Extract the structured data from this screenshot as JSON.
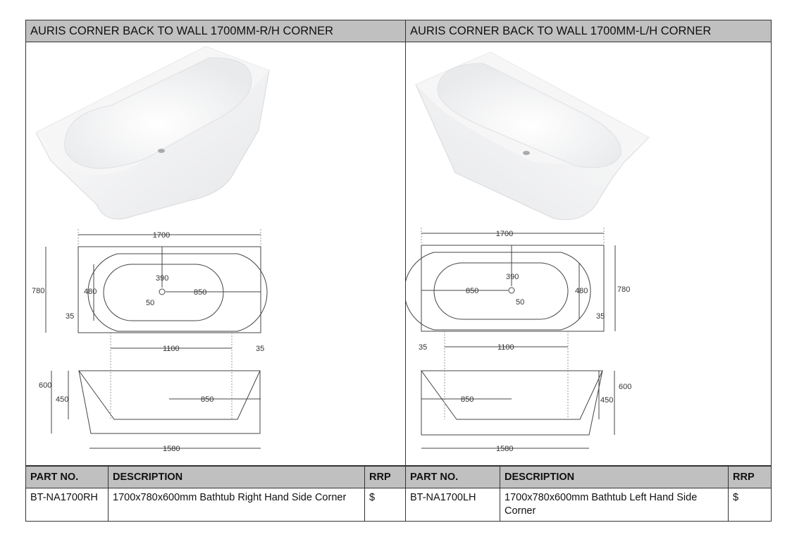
{
  "left": {
    "title": "AURIS CORNER BACK TO WALL 1700MM-R/H CORNER",
    "orientation": "right-hand",
    "plan_dims": {
      "length": "1700",
      "width": "780",
      "inner_width": "480",
      "drain_offset": "390",
      "drain_to_end": "850",
      "drain_dia": "50",
      "rim_left": "35",
      "rim_right": "35",
      "inner_length": "1100"
    },
    "elevation_dims": {
      "height": "600",
      "inner_depth": "450",
      "drain_to_end": "850",
      "base_length": "1580"
    }
  },
  "right": {
    "title": "AURIS CORNER BACK TO WALL 1700MM-L/H CORNER",
    "orientation": "left-hand",
    "plan_dims": {
      "length": "1700",
      "width": "780",
      "inner_width": "480",
      "drain_offset": "390",
      "drain_to_end": "850",
      "drain_dia": "50",
      "rim_left": "35",
      "rim_right": "35",
      "inner_length": "1100"
    },
    "elevation_dims": {
      "height": "600",
      "inner_depth": "450",
      "drain_to_end": "850",
      "base_length": "1580"
    }
  },
  "parts": {
    "headers": {
      "part_no": "PART NO.",
      "description": "DESCRIPTION",
      "rrp": "RRP"
    },
    "left_row": {
      "part_no": "BT-NA1700RH",
      "description": "1700x780x600mm Bathtub Right Hand Side Corner",
      "rrp": "$"
    },
    "right_row": {
      "part_no": "BT-NA1700LH",
      "description": "1700x780x600mm Bathtub Left Hand Side Corner",
      "rrp": "$"
    }
  },
  "colors": {
    "header_bg": "#c0c0c0",
    "border": "#333333",
    "tub_white": "#f2f3f4"
  }
}
